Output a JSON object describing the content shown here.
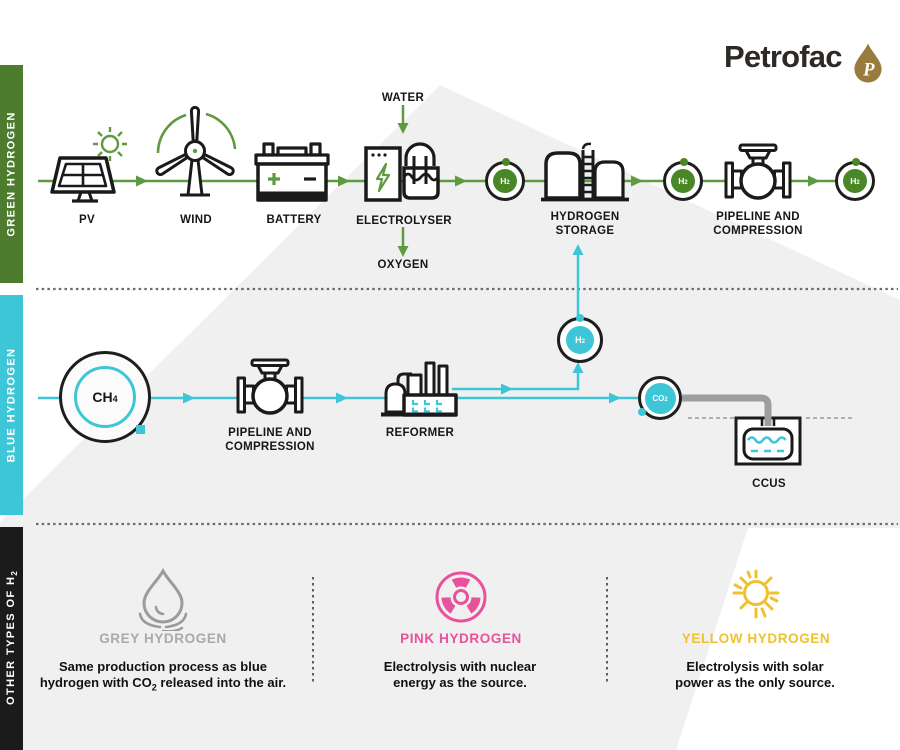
{
  "brand": {
    "wordmark": "Petrofac",
    "logo_letter": "P"
  },
  "colors": {
    "green_band": "#4e7c2e",
    "green_line": "#5f9a40",
    "green_fill": "#4a8727",
    "cyan": "#3cc6d7",
    "black_band": "#1b1b1b",
    "pink": "#e8529b",
    "yellow": "#f0c12f",
    "grey_icon": "#9b9b9b",
    "gold": "#9a7b3e",
    "pipe_grey": "#9e9e9e"
  },
  "green_section": {
    "band_label": "GREEN HYDROGEN",
    "water_label": "WATER",
    "oxygen_label": "OXYGEN",
    "pv_label": "PV",
    "wind_label": "WIND",
    "battery_label": "BATTERY",
    "electrolyser_label": "ELECTROLYSER",
    "storage_label_line1": "HYDROGEN",
    "storage_label_line2": "STORAGE",
    "pipeline_label_line1": "PIPELINE AND",
    "pipeline_label_line2": "COMPRESSION",
    "h2_symbol": "H",
    "h2_subscript": "2"
  },
  "blue_section": {
    "band_label": "BLUE HYDROGEN",
    "ch4_symbol": "CH",
    "ch4_subscript": "4",
    "pipeline_label_line1": "PIPELINE AND",
    "pipeline_label_line2": "COMPRESSION",
    "reformer_label": "REFORMER",
    "h2_symbol": "H",
    "h2_subscript": "2",
    "co2_symbol": "CO",
    "co2_subscript": "2",
    "ccus_label": "CCUS"
  },
  "other_section": {
    "band_label": "OTHER TYPES OF H",
    "band_label_subscript": "2",
    "grey": {
      "name": "GREY HYDROGEN",
      "desc_line1": "Same production process as blue",
      "desc_line2_pre": "hydrogen with CO",
      "desc_line2_sub": "2",
      "desc_line2_post": " released into the air."
    },
    "pink": {
      "name": "PINK HYDROGEN",
      "desc_line1": "Electrolysis with nuclear",
      "desc_line2": "energy as the source."
    },
    "yellow": {
      "name": "YELLOW HYDROGEN",
      "desc_line1": "Electrolysis with solar",
      "desc_line2": "power as the only source."
    }
  }
}
